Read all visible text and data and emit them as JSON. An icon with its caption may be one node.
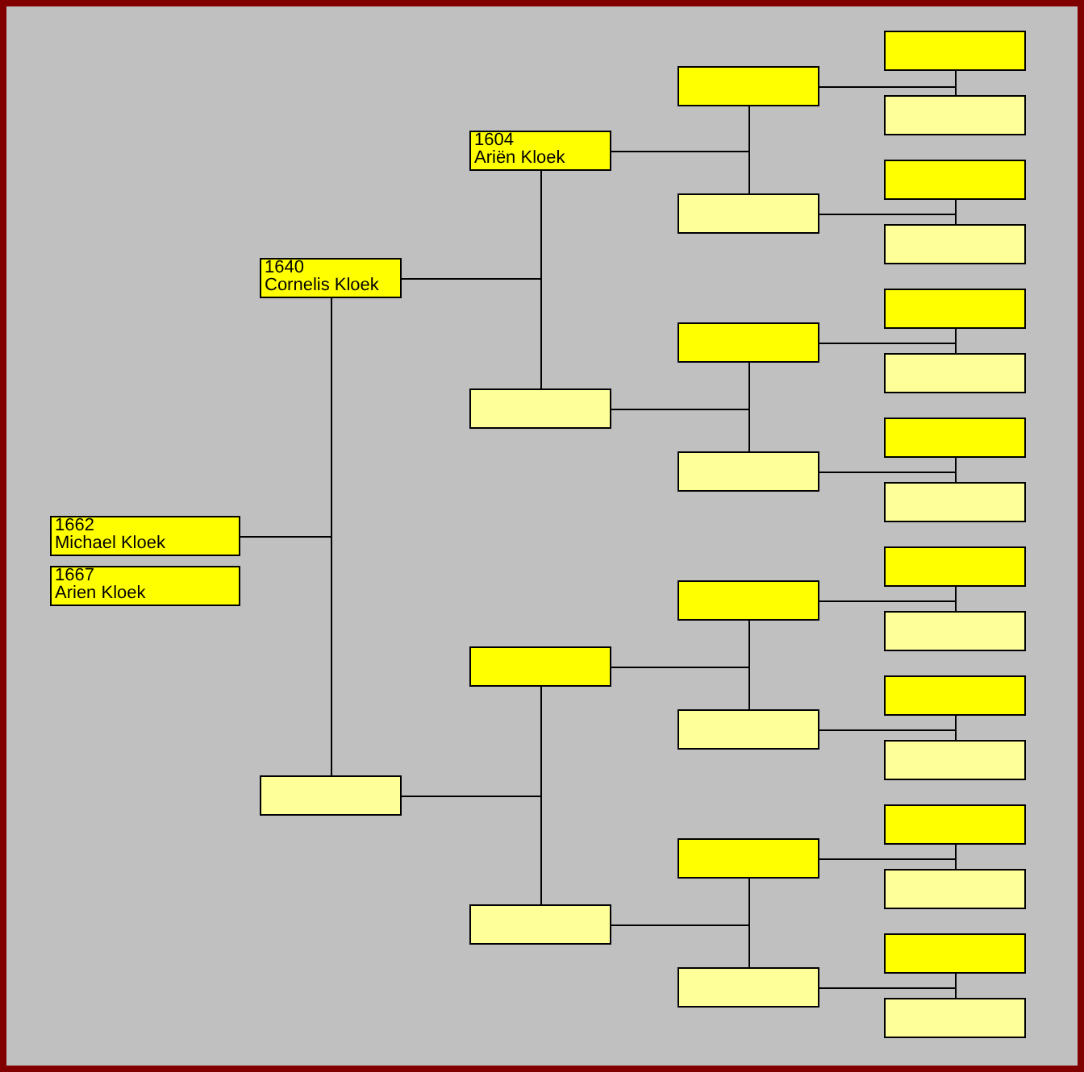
{
  "diagram": {
    "nodes": [
      {
        "text": [
          "1662",
          "Michael Kloek"
        ]
      },
      {
        "text": [
          "1667",
          "Arien Kloek"
        ]
      },
      {
        "text": [
          "1640",
          "Cornelis Kloek"
        ]
      },
      {
        "text": [],
        "shape": "box"
      },
      {
        "text": [
          "1604",
          "Ariën Kloek"
        ]
      },
      {
        "text": [],
        "shape": "box"
      },
      {
        "text": [],
        "shape": "box"
      },
      {
        "text": [],
        "shape": "box"
      },
      {
        "text": [],
        "shape": "box"
      },
      {
        "text": [],
        "shape": "box"
      },
      {
        "text": [],
        "shape": "box"
      },
      {
        "text": [],
        "shape": "box"
      },
      {
        "text": [],
        "shape": "box"
      },
      {
        "text": [],
        "shape": "box"
      },
      {
        "text": [],
        "shape": "box"
      },
      {
        "text": [],
        "shape": "box"
      },
      {
        "text": [],
        "shape": "box"
      },
      {
        "text": [],
        "shape": "box"
      },
      {
        "text": [],
        "shape": "box"
      },
      {
        "text": [],
        "shape": "box"
      },
      {
        "text": [],
        "shape": "box"
      },
      {
        "text": [],
        "shape": "box"
      },
      {
        "text": [],
        "shape": "box"
      },
      {
        "text": [],
        "shape": "box"
      },
      {
        "text": [],
        "shape": "box"
      },
      {
        "text": [],
        "shape": "box"
      },
      {
        "text": [],
        "shape": "box"
      },
      {
        "text": [],
        "shape": "box"
      },
      {
        "text": [],
        "shape": "box"
      },
      {
        "text": [],
        "shape": "box"
      },
      {
        "text": [],
        "shape": "box"
      },
      {
        "text": [],
        "shape": "box"
      }
    ],
    "edges": [
      {
        "from": 0,
        "to": 2,
        "arrow": "none"
      },
      {
        "from": 0,
        "to": 3,
        "arrow": "none"
      },
      {
        "from": 2,
        "to": 4,
        "arrow": "none"
      },
      {
        "from": 2,
        "to": 5,
        "arrow": "none"
      },
      {
        "from": 3,
        "to": 6,
        "arrow": "none"
      },
      {
        "from": 3,
        "to": 7,
        "arrow": "none"
      },
      {
        "from": 4,
        "to": 8,
        "arrow": "none"
      },
      {
        "from": 4,
        "to": 9,
        "arrow": "none"
      },
      {
        "from": 5,
        "to": 10,
        "arrow": "none"
      },
      {
        "from": 5,
        "to": 11,
        "arrow": "none"
      },
      {
        "from": 6,
        "to": 12,
        "arrow": "none"
      },
      {
        "from": 6,
        "to": 13,
        "arrow": "none"
      },
      {
        "from": 7,
        "to": 14,
        "arrow": "none"
      },
      {
        "from": 7,
        "to": 15,
        "arrow": "none"
      },
      {
        "from": 8,
        "to": 16,
        "arrow": "none"
      },
      {
        "from": 8,
        "to": 17,
        "arrow": "none"
      },
      {
        "from": 9,
        "to": 18,
        "arrow": "none"
      },
      {
        "from": 9,
        "to": 19,
        "arrow": "none"
      },
      {
        "from": 10,
        "to": 20,
        "arrow": "none"
      },
      {
        "from": 10,
        "to": 21,
        "arrow": "none"
      },
      {
        "from": 11,
        "to": 22,
        "arrow": "none"
      },
      {
        "from": 11,
        "to": 23,
        "arrow": "none"
      },
      {
        "from": 12,
        "to": 24,
        "arrow": "none"
      },
      {
        "from": 12,
        "to": 25,
        "arrow": "none"
      },
      {
        "from": 13,
        "to": 26,
        "arrow": "none"
      },
      {
        "from": 13,
        "to": 27,
        "arrow": "none"
      },
      {
        "from": 14,
        "to": 28,
        "arrow": "none"
      },
      {
        "from": 14,
        "to": 29,
        "arrow": "none"
      },
      {
        "from": 15,
        "to": 30,
        "arrow": "none"
      },
      {
        "from": 15,
        "to": 31,
        "arrow": "none"
      }
    ]
  }
}
